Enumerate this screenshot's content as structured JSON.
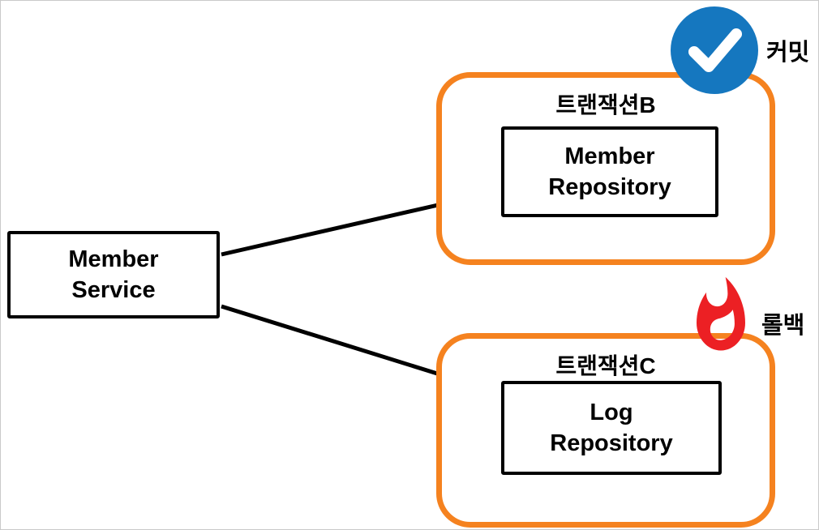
{
  "diagram": {
    "service_box": {
      "label": "Member\nService"
    },
    "transaction_b": {
      "title": "트랜잭션B",
      "repository": {
        "label": "Member\nRepository"
      },
      "badge": {
        "label": "커밋",
        "icon": "checkmark-icon",
        "meaning": "commit"
      }
    },
    "transaction_c": {
      "title": "트랜잭션C",
      "repository": {
        "label": "Log\nRepository"
      },
      "badge": {
        "label": "롤백",
        "icon": "fire-icon",
        "meaning": "rollback"
      }
    }
  },
  "colors": {
    "orange": "#F5821F",
    "blue": "#1577BF",
    "red": "#EC2024",
    "black": "#000000"
  }
}
